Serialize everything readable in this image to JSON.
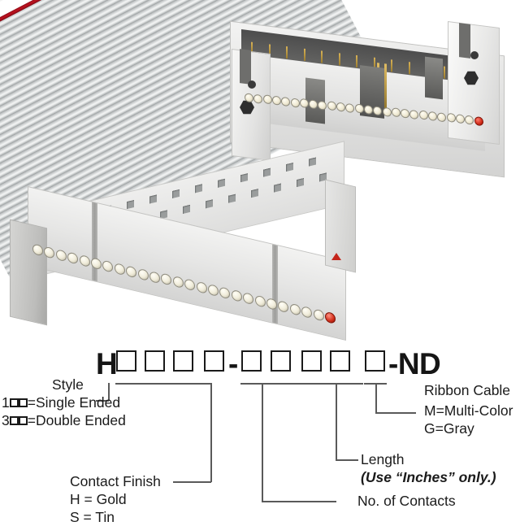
{
  "product_photo": {
    "description": "Two gray IDC ribbon cable connectors attached to flat gray ribbon cable with red edge stripe",
    "cable_color": "#cfd2d3",
    "stripe_color": "#c2121f",
    "housing_color": "#e5e5e4",
    "contact_color": "#f0ecda",
    "pin1_marker_color": "#d2301c",
    "top_connector": {
      "name": "shrouded-header-connector",
      "contact_count": 26,
      "pin_count": 13
    },
    "bottom_connector": {
      "name": "idc-socket-connector",
      "contact_count": 26,
      "hole_rows": 2,
      "holes_per_row": 13
    }
  },
  "part_number": {
    "prefix": "H",
    "dash": "-",
    "suffix": "-ND",
    "boxes": [
      {
        "index": 0,
        "group": "style"
      },
      {
        "index": 1,
        "group": "style"
      },
      {
        "index": 2,
        "group": "style"
      },
      {
        "index": 3,
        "group": "contact-finish"
      },
      {
        "index": 4,
        "group": "no-of-contacts"
      },
      {
        "index": 5,
        "group": "no-of-contacts"
      },
      {
        "index": 6,
        "group": "length"
      },
      {
        "index": 7,
        "group": "length"
      },
      {
        "index": 8,
        "group": "ribbon-cable"
      }
    ]
  },
  "callouts": {
    "style": {
      "title": "Style",
      "option_single_prefix": "1",
      "option_single_text": "=Single Ended",
      "option_double_prefix": "3",
      "option_double_text": "=Double Ended"
    },
    "contact_finish": {
      "title": "Contact Finish",
      "option_gold": "H = Gold",
      "option_tin": "S = Tin"
    },
    "no_of_contacts": {
      "title": "No. of Contacts"
    },
    "length": {
      "title": "Length",
      "note": "(Use “Inches” only.)"
    },
    "ribbon_cable": {
      "title": "Ribbon Cable",
      "option_multicolor": "M=Multi-Color",
      "option_gray": "G=Gray"
    }
  },
  "colors": {
    "text": "#1b1b1b",
    "leader": "#5a5a5a",
    "box_border": "#1a1a1a",
    "background": "#ffffff"
  }
}
